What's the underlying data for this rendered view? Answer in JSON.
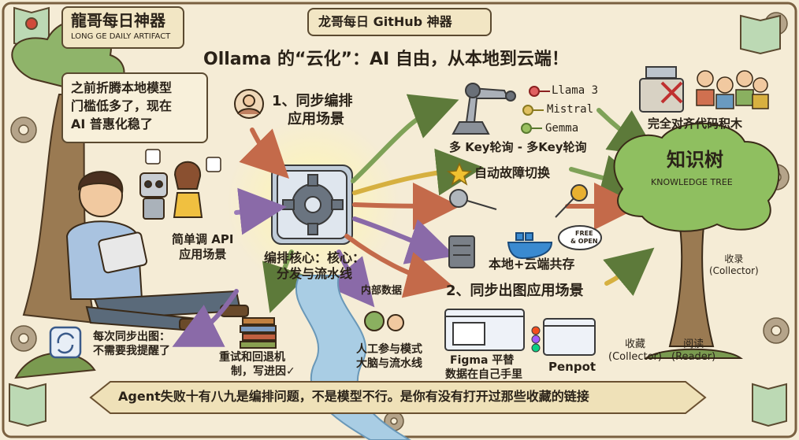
{
  "brand": {
    "title": "龍哥每日神器",
    "subtitle": "LONG GE DAILY ARTIFACT"
  },
  "header": {
    "series": "龙哥每日 GitHub 神器",
    "headline": "Ollama 的“云化”：AI 自由，从本地到云端！"
  },
  "intro_note": {
    "lines": [
      "之前折腾本地模型",
      "门槛低多了，现在",
      "AI 普惠化稳了"
    ]
  },
  "left_scene": {
    "api_label": [
      "简单调 API",
      "应用场景"
    ]
  },
  "center": {
    "step1": [
      "1、同步编排",
      "应用场景"
    ],
    "core": [
      "编排核心：核心：",
      "分发与流水线"
    ]
  },
  "keys": {
    "models": [
      "Llama 3",
      "Mistral",
      "Gemma"
    ],
    "rotation": "多 Key轮询 - 多Key轮询",
    "failover": "自动故障切换"
  },
  "deploy": {
    "badge": [
      "FREE",
      "& OPEN"
    ],
    "label": "本地+云端共存"
  },
  "step2": {
    "label": "2、同步出图应用场景"
  },
  "bottom_left": {
    "notify": [
      "每次同步出图：",
      "不需要我提醒了"
    ],
    "retry": [
      "重试和回退机",
      "制，写进因✓"
    ]
  },
  "bottom_mid": {
    "internal": "内部数据",
    "human": [
      "人工参与模式",
      "大脑与流水线"
    ]
  },
  "design": {
    "figma": [
      "Figma 平替",
      "数据在自己手里"
    ],
    "penpot": "Penpot"
  },
  "right": {
    "compat": "完全对齐代码积木",
    "tree_title": "知识树",
    "tree_subtitle": "KNOWLEDGE TREE",
    "collect_top": [
      "收录",
      "(Collector)"
    ],
    "collect_bottom": [
      "收藏",
      "(Collector)"
    ],
    "reader": [
      "阅读",
      "(Reader)"
    ]
  },
  "footer": {
    "banner": "Agent失败十有八九是编排问题，不是模型不行。是你有没有打开过那些收藏的链接"
  }
}
